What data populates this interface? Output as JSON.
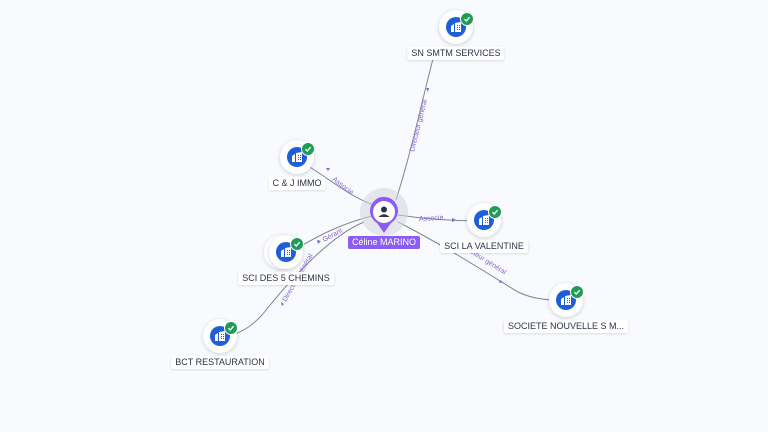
{
  "center": {
    "name": "Céline MARINO",
    "icon": "person-icon"
  },
  "nodes": [
    {
      "id": "sn-smtm",
      "label": "SN SMTM SERVICES",
      "icon": "building-icon",
      "verified": true
    },
    {
      "id": "cj-immo",
      "label": "C & J IMMO",
      "icon": "building-icon",
      "verified": true
    },
    {
      "id": "sci-valentine",
      "label": "SCI LA VALENTINE",
      "icon": "building-icon",
      "verified": true
    },
    {
      "id": "sci-5-chemins",
      "label": "SCI DES 5 CHEMINS",
      "icon": "building-icon",
      "verified": true
    },
    {
      "id": "bct",
      "label": "BCT RESTAURATION",
      "icon": "building-icon",
      "verified": true
    },
    {
      "id": "societe-nouvelle",
      "label": "SOCIETE NOUVELLE S M...",
      "icon": "building-icon",
      "verified": true
    }
  ],
  "edges": [
    {
      "to": "sn-smtm",
      "role": "Directeur général"
    },
    {
      "to": "cj-immo",
      "role": "Associé"
    },
    {
      "to": "sci-valentine",
      "role": "Associé"
    },
    {
      "to": "sci-5-chemins",
      "role": "Gérant"
    },
    {
      "to": "bct",
      "role": "Directeur général"
    },
    {
      "to": "societe-nouvelle",
      "role": "Directeur général"
    }
  ],
  "colors": {
    "company": "#1e5fd8",
    "verified": "#1f9d55",
    "person": "#8b5cf6",
    "edge_label": "#8a63d2"
  }
}
